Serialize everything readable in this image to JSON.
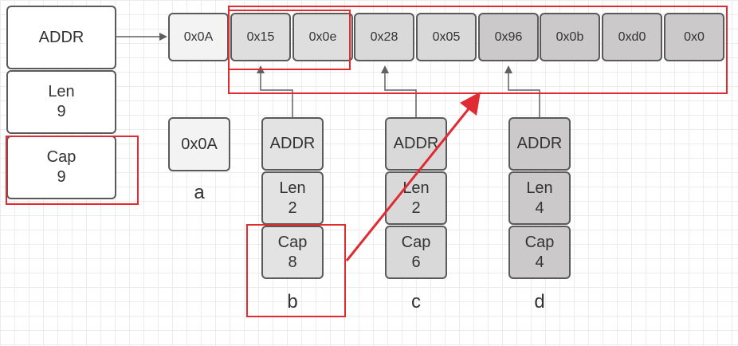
{
  "main_header": {
    "addr": "ADDR",
    "len_label": "Len",
    "len_value": "9",
    "cap_label": "Cap",
    "cap_value": "9"
  },
  "array_cells": [
    "0x0A",
    "0x15",
    "0x0e",
    "0x28",
    "0x05",
    "0x96",
    "0x0b",
    "0xd0",
    "0x0"
  ],
  "a": {
    "value": "0x0A",
    "label": "a"
  },
  "slices": [
    {
      "label": "b",
      "addr": "ADDR",
      "len_label": "Len",
      "len_value": "2",
      "cap_label": "Cap",
      "cap_value": "8"
    },
    {
      "label": "c",
      "addr": "ADDR",
      "len_label": "Len",
      "len_value": "2",
      "cap_label": "Cap",
      "cap_value": "6"
    },
    {
      "label": "d",
      "addr": "ADDR",
      "len_label": "Len",
      "len_value": "4",
      "cap_label": "Cap",
      "cap_value": "4"
    }
  ],
  "colors": {
    "highlight": "#e02b33",
    "cell_light": "#f4f3f4",
    "cell_mid": "#dcdcdc",
    "cell_dark": "#c9c7c8",
    "border": "#5a5a5a",
    "arrow": "#606060"
  }
}
